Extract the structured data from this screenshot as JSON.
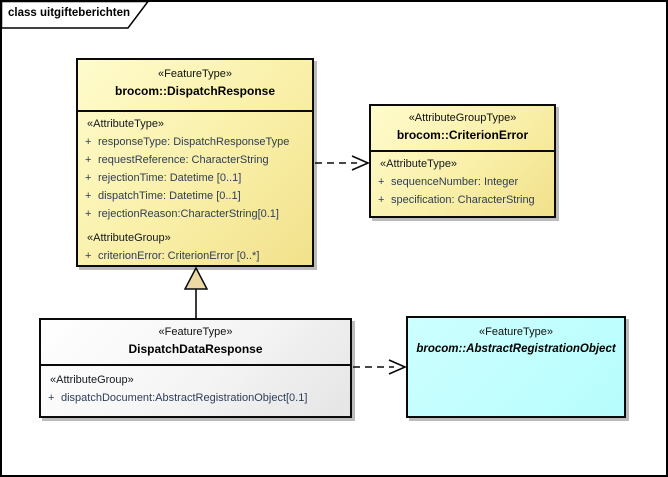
{
  "frame": {
    "title": "class uitgifteberichten"
  },
  "colors": {
    "class_fill": "#F9EFA8",
    "class_fill_light": "#FFFCCD",
    "neutral_fill": "#F4F4F4",
    "abstract_fill": "#BFFFFF",
    "border": "#0A0A0A",
    "attribute_text": "#2E3D58",
    "shadow": "#BCBCBC",
    "generalization_triangle_fill": "#EDD9A4"
  },
  "classes": {
    "dispatch_response": {
      "stereotype": "«FeatureType»",
      "name": "brocom::DispatchResponse",
      "sections": [
        {
          "heading": "«AttributeType»",
          "attributes": [
            {
              "vis": "+",
              "text": "responseType: DispatchResponseType"
            },
            {
              "vis": "+",
              "text": "requestReference: CharacterString"
            },
            {
              "vis": "+",
              "text": "rejectionTime: Datetime [0..1]"
            },
            {
              "vis": "+",
              "text": "dispatchTime: Datetime [0..1]"
            },
            {
              "vis": "+",
              "text": "rejectionReason:CharacterString[0.1]"
            }
          ]
        },
        {
          "heading": "«AttributeGroup»",
          "attributes": [
            {
              "vis": "+",
              "text": "criterionError: CriterionError [0..*]"
            }
          ]
        }
      ]
    },
    "criterion_error": {
      "stereotype": "«AttributeGroupType»",
      "name": "brocom::CriterionError",
      "sections": [
        {
          "heading": "«AttributeType»",
          "attributes": [
            {
              "vis": "+",
              "text": "sequenceNumber: Integer"
            },
            {
              "vis": "+",
              "text": "specification: CharacterString"
            }
          ]
        }
      ]
    },
    "dispatch_data_response": {
      "stereotype": "«FeatureType»",
      "name": "DispatchDataResponse",
      "sections": [
        {
          "heading": "«AttributeGroup»",
          "attributes": [
            {
              "vis": "+",
              "text": "dispatchDocument:AbstractRegistrationObject[0.1]"
            }
          ]
        }
      ]
    },
    "abstract_registration_object": {
      "stereotype": "«FeatureType»",
      "name": "brocom::AbstractRegistrationObject"
    }
  },
  "relations": [
    {
      "type": "generalization",
      "from": "DispatchDataResponse",
      "to": "brocom::DispatchResponse"
    },
    {
      "type": "dependency",
      "from": "brocom::DispatchResponse",
      "to": "brocom::CriterionError"
    },
    {
      "type": "dependency",
      "from": "DispatchDataResponse",
      "to": "brocom::AbstractRegistrationObject"
    }
  ]
}
